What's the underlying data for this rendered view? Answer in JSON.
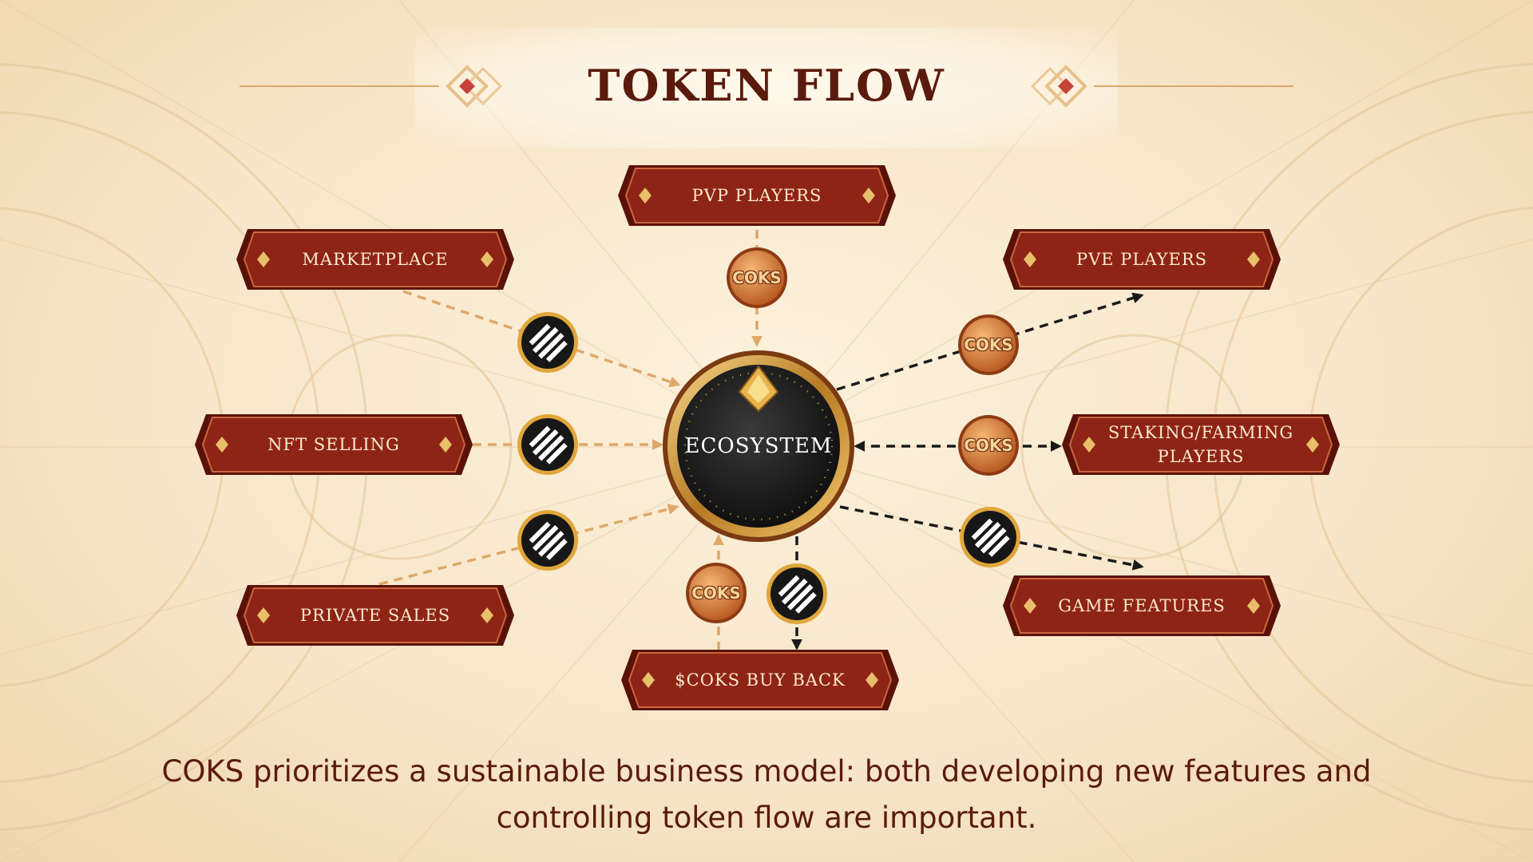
{
  "title": "TOKEN FLOW",
  "hub": {
    "label": "ECOSYSTEM"
  },
  "nodes": {
    "pvp": "PVP PLAYERS",
    "marketplace": "MARKETPLACE",
    "pve": "PVE PLAYERS",
    "nft": "NFT SELLING",
    "staking": "STAKING/FARMING PLAYERS",
    "private": "PRIVATE SALES",
    "game": "GAME FEATURES",
    "buyback": "$COKS BUY BACK"
  },
  "coins": {
    "coks_label": "COKS",
    "busd_icon": "stablecoin-icon"
  },
  "colors": {
    "banner_red": "#8e2415",
    "banner_border": "#5a1208",
    "gold": "#d79b3a",
    "inflow_arrow": "#dfa868",
    "outflow_arrow": "#1a1a1a",
    "title": "#5b1b0c"
  },
  "caption": "COKS prioritizes a sustainable business model: both developing new features and controlling token flow are important."
}
